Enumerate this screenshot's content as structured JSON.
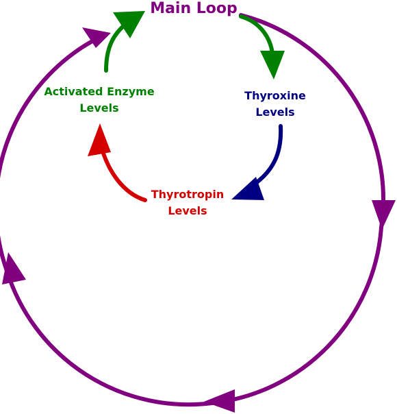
{
  "title": "Main Loop",
  "nodes": {
    "activated_enzyme": {
      "line1": "Activated Enzyme",
      "line2": "Levels"
    },
    "thyroxine": {
      "line1": "Thyroxine",
      "line2": "Levels"
    },
    "thyrotropin": {
      "line1": "Thyrotropin",
      "line2": "Levels"
    }
  },
  "colors": {
    "main_loop": "#800080",
    "activated_enzyme": "#008000",
    "thyroxine": "#000080",
    "thyrotropin": "#d40000"
  }
}
